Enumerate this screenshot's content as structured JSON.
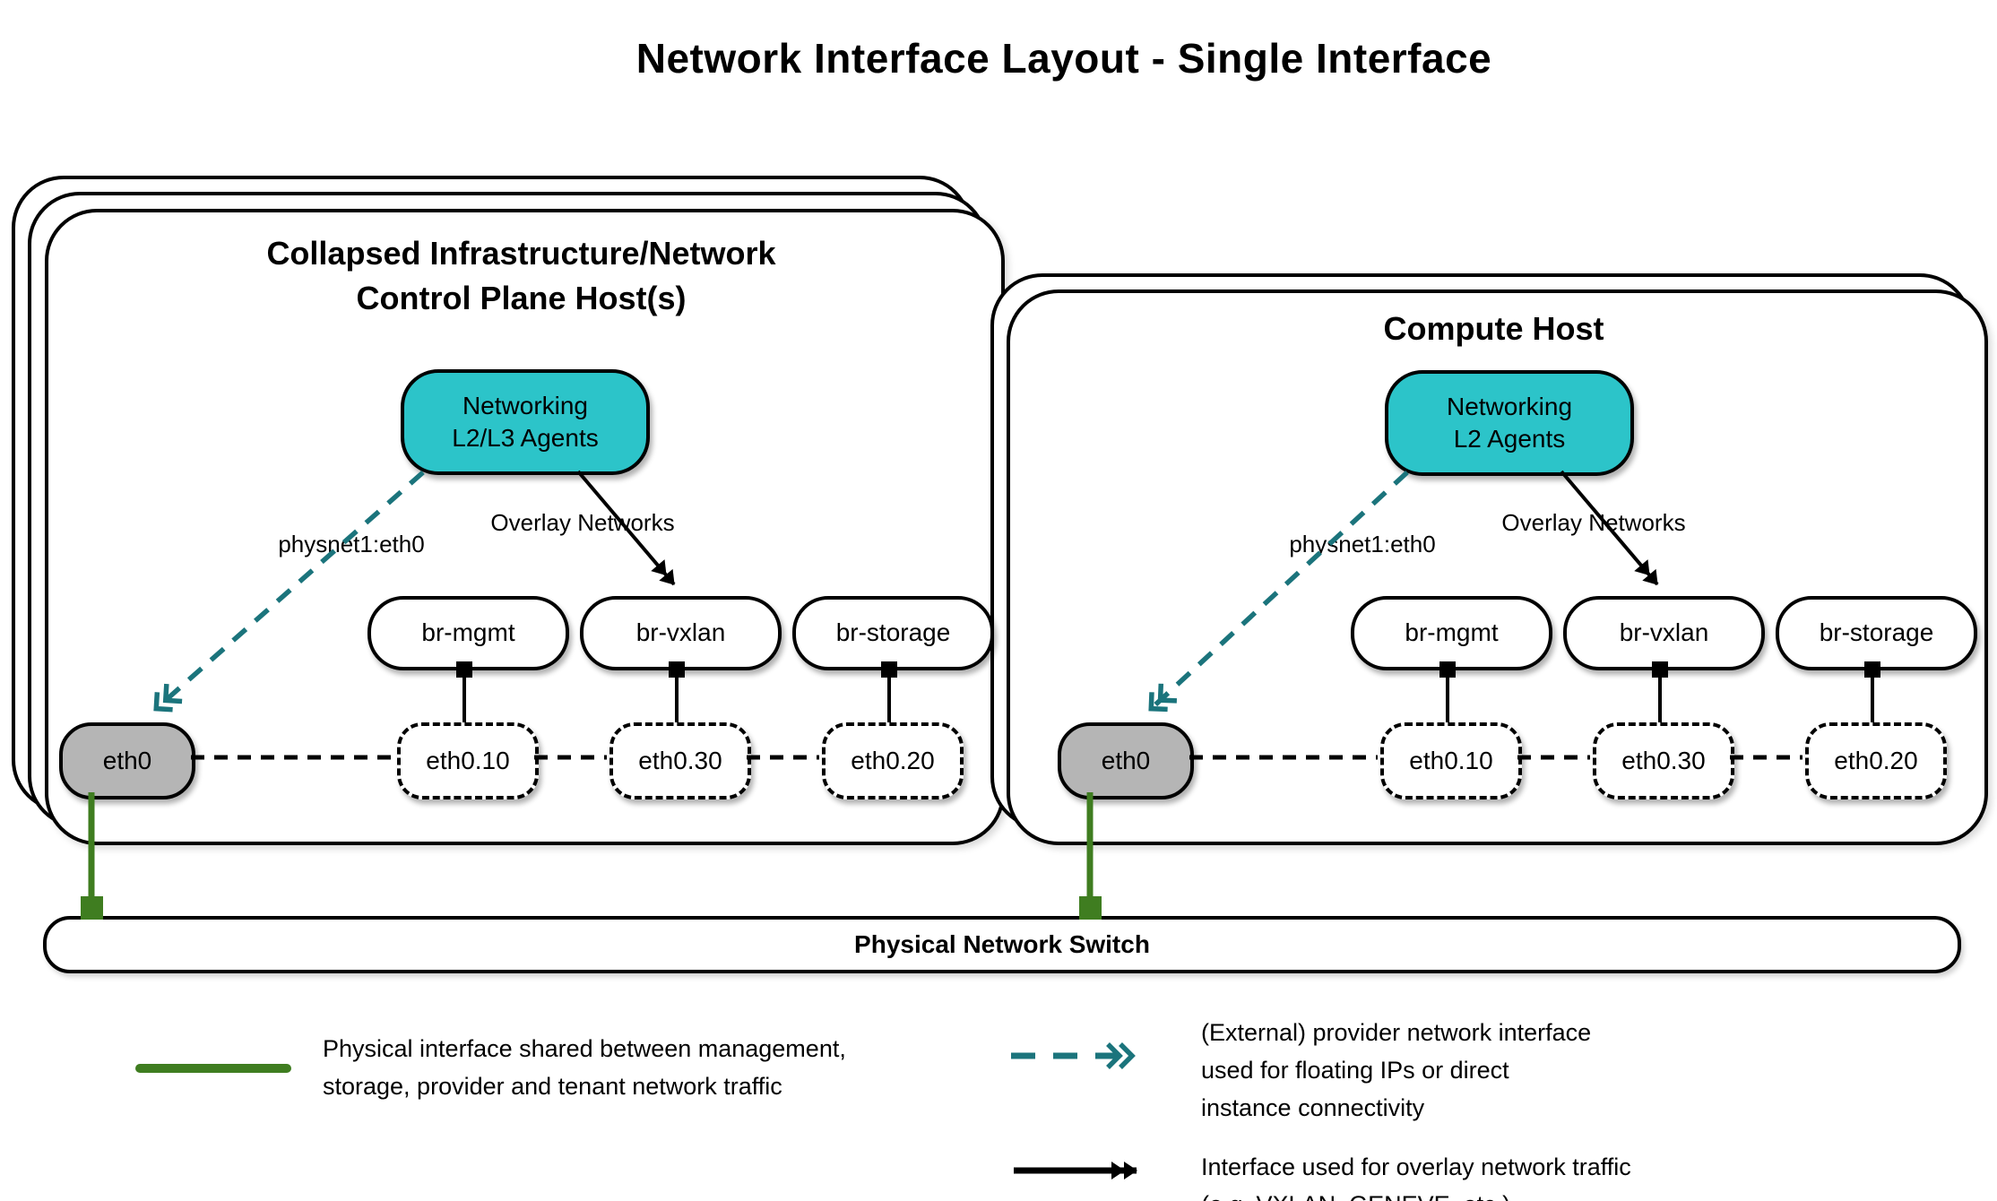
{
  "title": "Network Interface Layout - Single Interface",
  "colors": {
    "teal_fill": "#2cc4c9",
    "teal_stroke": "#1b747c",
    "green": "#3f7d20",
    "gray_fill": "#b5b5b5",
    "black": "#000000"
  },
  "left_host": {
    "title": "Collapsed Infrastructure/Network\nControl Plane Host(s)",
    "agent_label": "Networking\nL2/L3 Agents",
    "provider_arrow_label": "physnet1:eth0",
    "overlay_arrow_label": "Overlay Networks",
    "bridges": [
      "br-mgmt",
      "br-vxlan",
      "br-storage"
    ],
    "phys_interface": "eth0",
    "vlan_interfaces": [
      "eth0.10",
      "eth0.30",
      "eth0.20"
    ]
  },
  "right_host": {
    "title": "Compute Host",
    "agent_label": "Networking\nL2 Agents",
    "provider_arrow_label": "physnet1:eth0",
    "overlay_arrow_label": "Overlay Networks",
    "bridges": [
      "br-mgmt",
      "br-vxlan",
      "br-storage"
    ],
    "phys_interface": "eth0",
    "vlan_interfaces": [
      "eth0.10",
      "eth0.30",
      "eth0.20"
    ]
  },
  "switch": {
    "label": "Physical Network Switch"
  },
  "legend": {
    "physical": {
      "text": "Physical interface shared between management,\nstorage, provider and tenant network traffic"
    },
    "provider": {
      "text": "(External) provider network interface\nused for floating IPs or direct\ninstance connectivity"
    },
    "overlay": {
      "text": "Interface used for overlay network traffic\n(e.g. VXLAN, GENEVE, etc.)"
    }
  }
}
